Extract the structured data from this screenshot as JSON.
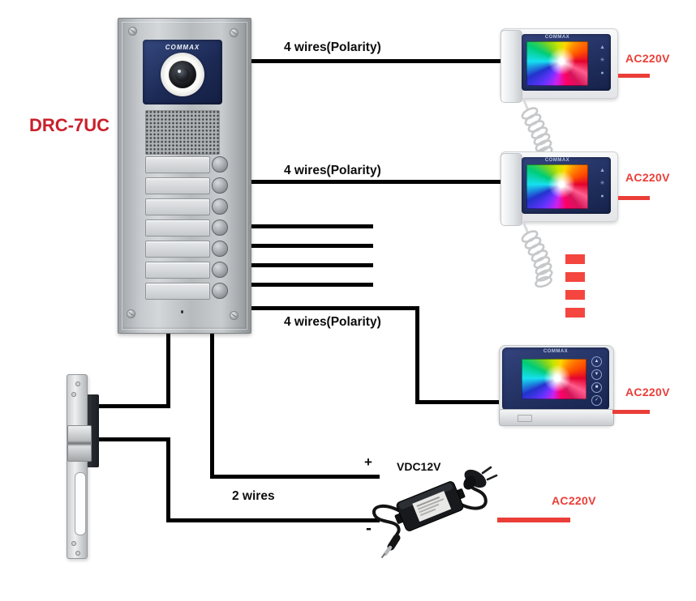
{
  "door_station": {
    "model": "DRC-7UC",
    "brand": "COMMAX",
    "call_button_count": 7
  },
  "wiring": {
    "run_top_label": "4 wires(Polarity)",
    "run_middle_label": "4 wires(Polarity)",
    "run_bottom_label": "4 wires(Polarity)",
    "lock_run_label": "2 wires",
    "stub_wire_count": 4
  },
  "monitors": [
    {
      "brand": "COMMAX",
      "power_label": "AC220V",
      "style": "handset"
    },
    {
      "brand": "COMMAX",
      "power_label": "AC220V",
      "style": "handset"
    },
    {
      "brand": "COMMAX",
      "power_label": "AC220V",
      "style": "hands-free"
    }
  ],
  "more_units_indicator": {
    "dash_count": 4
  },
  "power_supply": {
    "dc_voltage_label": "VDC12V",
    "plus_label": "+",
    "minus_label": "-",
    "ac_label": "AC220V"
  },
  "icons": {
    "handset_monitor_buttons": [
      "▲",
      "✳",
      "●"
    ],
    "handsfree_monitor_buttons": [
      "▲",
      "▼",
      "■",
      "✓"
    ]
  },
  "colors": {
    "accent_red": "#ea3e38",
    "ellipsis_red": "#f4453f",
    "model_red": "#c9202b",
    "wire_black": "#000000",
    "monitor_bezel_navy": "#26366c"
  }
}
